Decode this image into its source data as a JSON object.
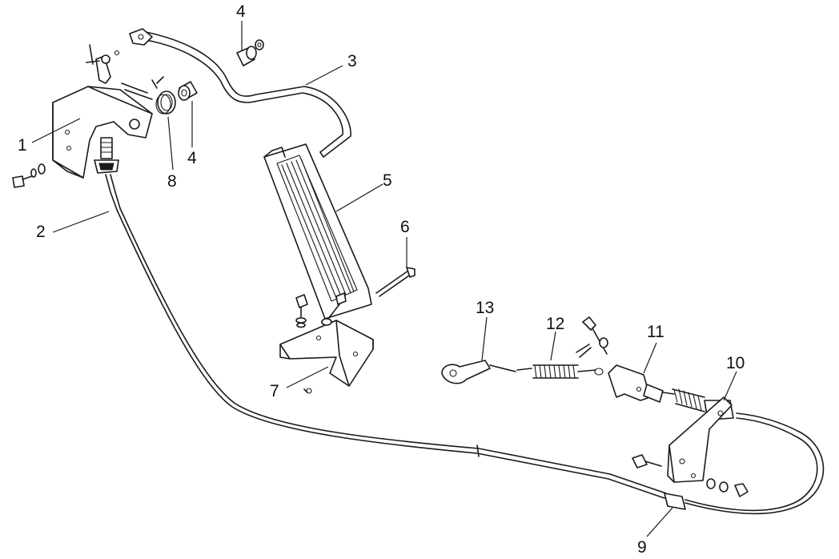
{
  "callouts": [
    {
      "id": "c1",
      "text": "1"
    },
    {
      "id": "c2",
      "text": "2"
    },
    {
      "id": "c3",
      "text": "3"
    },
    {
      "id": "c4a",
      "text": "4"
    },
    {
      "id": "c4b",
      "text": "4"
    },
    {
      "id": "c5",
      "text": "5"
    },
    {
      "id": "c6",
      "text": "6"
    },
    {
      "id": "c7",
      "text": "7"
    },
    {
      "id": "c8",
      "text": "8"
    },
    {
      "id": "c9",
      "text": "9"
    },
    {
      "id": "c10",
      "text": "10"
    },
    {
      "id": "c11",
      "text": "11"
    },
    {
      "id": "c12",
      "text": "12"
    },
    {
      "id": "c13",
      "text": "13"
    }
  ],
  "colors": {
    "line": "#1a1a1a",
    "background": "#ffffff"
  }
}
